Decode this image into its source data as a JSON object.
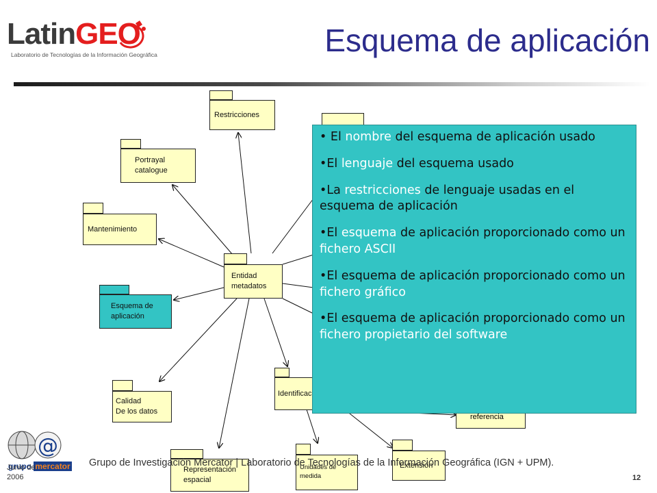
{
  "header": {
    "logo": {
      "word_part1": "Latin",
      "word_part2": "GEO",
      "subtitle": "Laboratorio de Tecnologías de la Información Geográfica"
    },
    "title": "Esquema de aplicación"
  },
  "diagram": {
    "center": {
      "label": "Entidad\nmetadatos"
    },
    "packages": {
      "restricciones": "Restricciones",
      "portrayal": "Portrayal\ncatalogue",
      "mantenimiento": "Mantenimiento",
      "esquema": "Esquema de\naplicación",
      "calidad": "Calidad\nDe los datos",
      "representacion": "Representación\nespacial",
      "identificacion": "Identificación",
      "unidades": "Unidades de\nmedida",
      "extension": "Extensión",
      "referencia": "referencia"
    }
  },
  "callout": {
    "items": [
      [
        {
          "t": "• El "
        },
        {
          "t": "nombre",
          "hl": true
        },
        {
          "t": " del esquema de aplicación usado"
        }
      ],
      [
        {
          "t": "•El "
        },
        {
          "t": "lenguaje",
          "hl": true
        },
        {
          "t": " del esquema usado"
        }
      ],
      [
        {
          "t": "•La "
        },
        {
          "t": "restricciones",
          "hl": true
        },
        {
          "t": " de lenguaje usadas en el esquema de aplicación"
        }
      ],
      [
        {
          "t": "•El "
        },
        {
          "t": "esquema",
          "hl": true
        },
        {
          "t": " de aplicación proporcionado como un "
        },
        {
          "t": "fichero ASCII",
          "hl": true
        }
      ],
      [
        {
          "t": "•El esquema de aplicación proporcionado como un "
        },
        {
          "t": "fichero gráfico",
          "hl": true
        }
      ],
      [
        {
          "t": "•El esquema de aplicación proporcionado como un "
        },
        {
          "t": "fichero propietario del software",
          "hl": true
        }
      ]
    ]
  },
  "footer": {
    "logo_text": "grupo mercator",
    "text": "Grupo de Investigación Mercator | Laboratorio de Tecnologías de la Información Geográfica (IGN + UPM).",
    "date": "Junio de\n2006",
    "page_number": "12",
    "colors": {
      "logo_blue": "#1a3f8c",
      "logo_orange": "#f08020"
    }
  }
}
